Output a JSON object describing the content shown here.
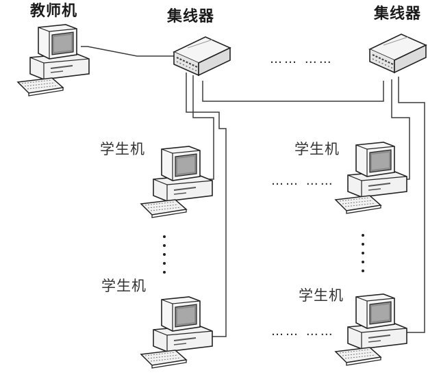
{
  "labels": {
    "teacher": "教师机",
    "hub": "集线器",
    "student": "学生机",
    "ellipsis": "…… ……",
    "ellipsis_short": "… …"
  },
  "colors": {
    "line": "#3a3a3a",
    "device_fill": "#f4f4f4",
    "device_shade": "#d0d0d0",
    "screen": "#9a9a9a"
  },
  "icons": {
    "computer": "computer-icon",
    "hub": "hub-icon",
    "keyboard": "keyboard-icon"
  }
}
